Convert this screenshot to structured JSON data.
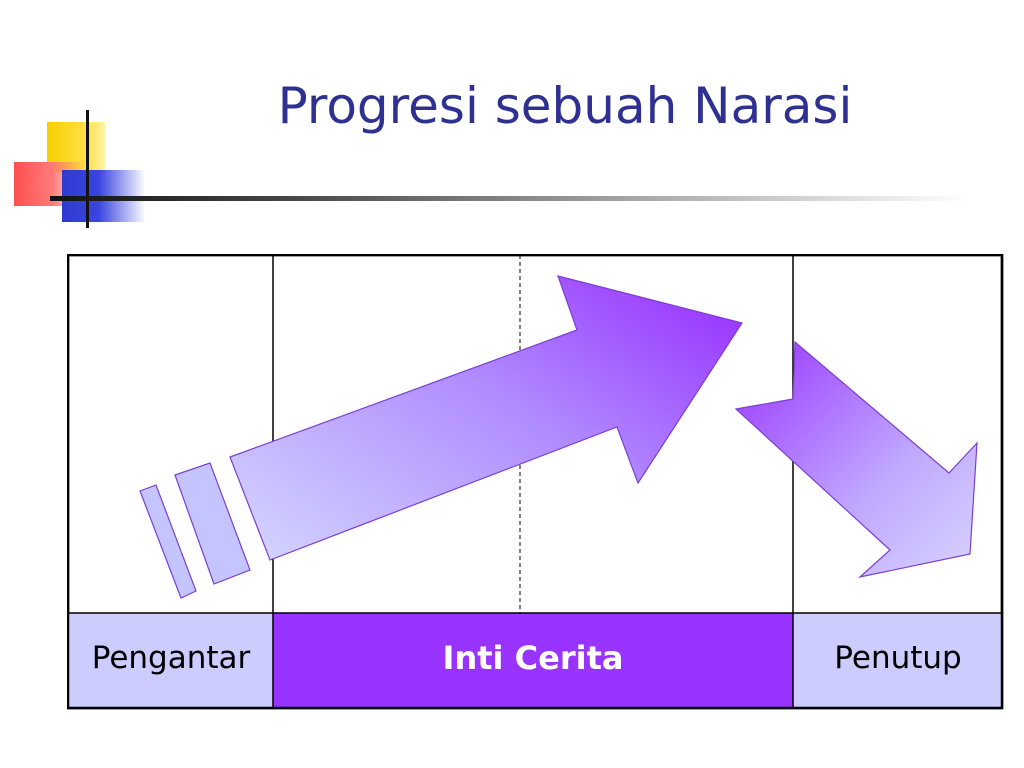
{
  "slide": {
    "title": "Progresi sebuah Narasi"
  },
  "diagram": {
    "sections": [
      {
        "label": "Pengantar"
      },
      {
        "label": "Inti Cerita"
      },
      {
        "label": "Penutup"
      }
    ]
  },
  "colors": {
    "title": "#2e3192",
    "section_light": "#ccccff",
    "section_dark": "#9933ff",
    "arrow_light": "#c8c8ff",
    "arrow_dark": "#9933ff"
  }
}
